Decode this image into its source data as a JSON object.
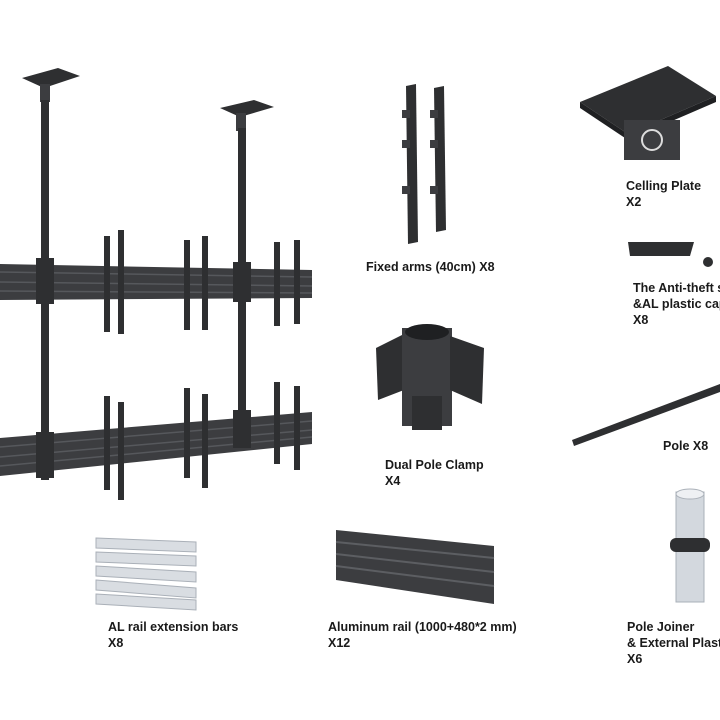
{
  "items": {
    "ceiling_plate": {
      "name": "Celling Plate",
      "qty": "X2"
    },
    "fixed_arms": {
      "name": "Fixed arms (40cm) X8"
    },
    "anti_theft": {
      "line1": "The Anti-theft s",
      "line2": "&AL plastic cap",
      "qty": "X8"
    },
    "dual_pole_clamp": {
      "name": "Dual Pole Clamp",
      "qty": "X4"
    },
    "pole": {
      "name": "Pole X8"
    },
    "al_rail_ext": {
      "name": "AL rail extension bars",
      "qty": "X8"
    },
    "aluminum_rail": {
      "name": "Aluminum rail (1000+480*2 mm)",
      "qty": "X12"
    },
    "pole_joiner": {
      "line1": "Pole Joiner",
      "line2": "& External Plast",
      "qty": "X6"
    }
  },
  "colors": {
    "hardware": "#2e2f31",
    "rail": "#3a3b3e",
    "aluminum": "#d9dde2",
    "background": "#ffffff"
  }
}
